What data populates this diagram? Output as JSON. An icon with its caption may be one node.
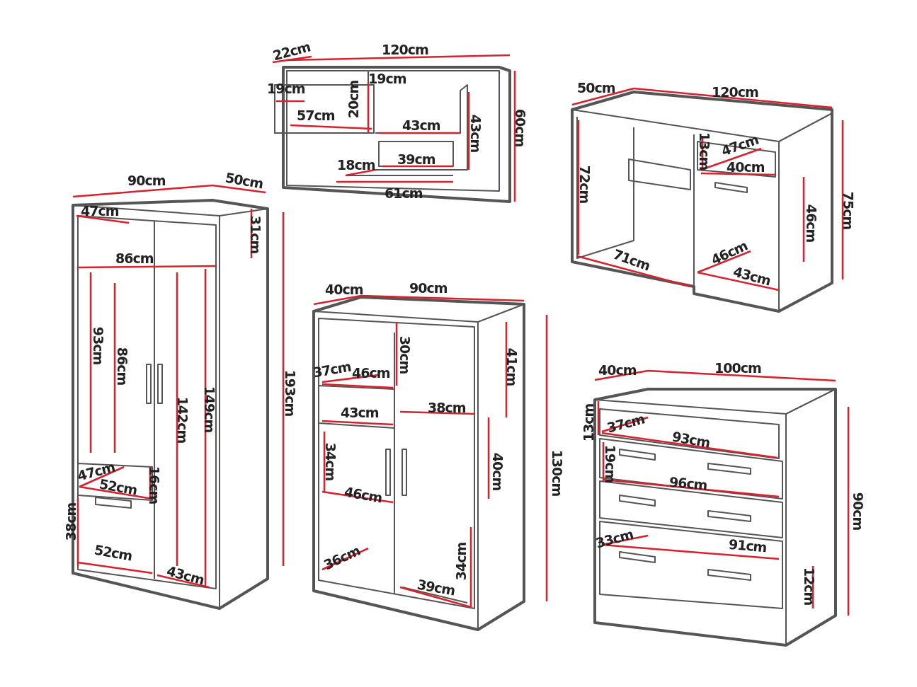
{
  "diagram": {
    "labels": [
      "22cm",
      "120cm",
      "19cm",
      "19cm",
      "20cm",
      "57cm",
      "43cm",
      "43cm",
      "60cm",
      "18cm",
      "39cm",
      "61cm",
      "50cm",
      "120cm",
      "13cm",
      "47cm",
      "40cm",
      "72cm",
      "46cm",
      "75cm",
      "71cm",
      "46cm",
      "43cm",
      "90cm",
      "50cm",
      "47cm",
      "31cm",
      "86cm",
      "93cm",
      "86cm",
      "142cm",
      "149cm",
      "193cm",
      "47cm",
      "52cm",
      "16cm",
      "38cm",
      "52cm",
      "43cm",
      "40cm",
      "90cm",
      "30cm",
      "41cm",
      "37cm",
      "46cm",
      "43cm",
      "38cm",
      "34cm",
      "40cm",
      "130cm",
      "46cm",
      "36cm",
      "34cm",
      "39cm",
      "40cm",
      "100cm",
      "13cm",
      "37cm",
      "93cm",
      "19cm",
      "96cm",
      "90cm",
      "33cm",
      "91cm",
      "12cm"
    ]
  }
}
